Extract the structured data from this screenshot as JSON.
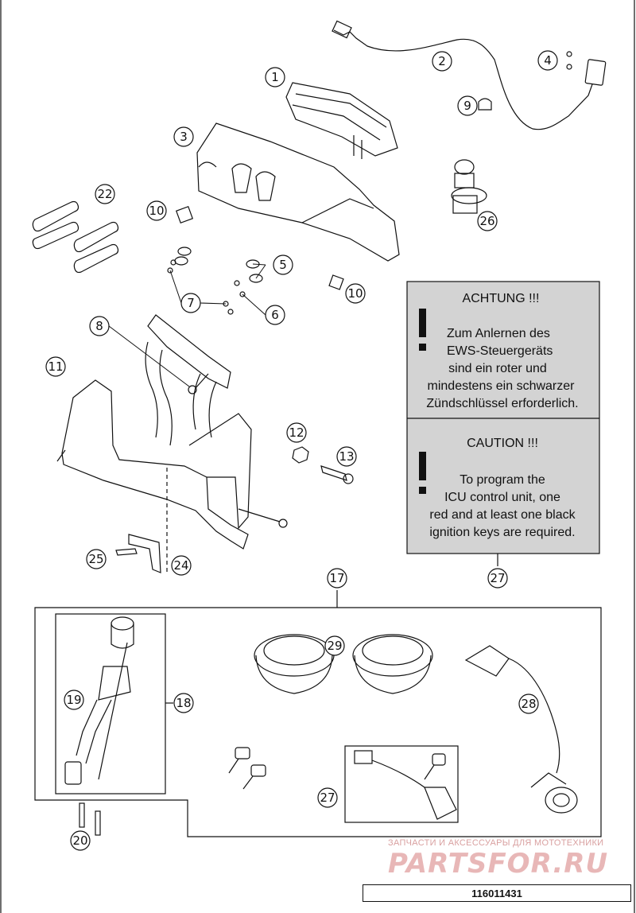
{
  "callouts": {
    "c1": "1",
    "c2": "2",
    "c3": "3",
    "c4": "4",
    "c5": "5",
    "c6": "6",
    "c7": "7",
    "c8": "8",
    "c9": "9",
    "c10a": "10",
    "c10b": "10",
    "c11": "11",
    "c12": "12",
    "c13": "13",
    "c17": "17",
    "c18": "18",
    "c19": "19",
    "c20": "20",
    "c22": "22",
    "c24": "24",
    "c25": "25",
    "c26": "26",
    "c27a": "27",
    "c27b": "27",
    "c28": "28",
    "c29": "29"
  },
  "warning_de": {
    "heading": "ACHTUNG !!!",
    "line1": "Zum Anlernen des",
    "line2": "EWS-Steuergeräts",
    "line3": "sind ein roter und",
    "line4": "mindestens ein schwarzer",
    "line5": "Zündschlüssel erforderlich."
  },
  "warning_en": {
    "heading": "CAUTION !!!",
    "line1": "To program the",
    "line2": "ICU control unit, one",
    "line3": "red and at least one black",
    "line4": "ignition keys are required."
  },
  "watermark": {
    "tagline": "ЗАПЧАСТИ И АКСЕССУАРЫ ДЛЯ МОТОТЕХНИКИ",
    "brand": "PARTSFOR.RU"
  },
  "drawing_code": "116011431",
  "colors": {
    "warning_bg": "#d3d3d3",
    "line": "#111111",
    "watermark": "#e8b7b7"
  }
}
